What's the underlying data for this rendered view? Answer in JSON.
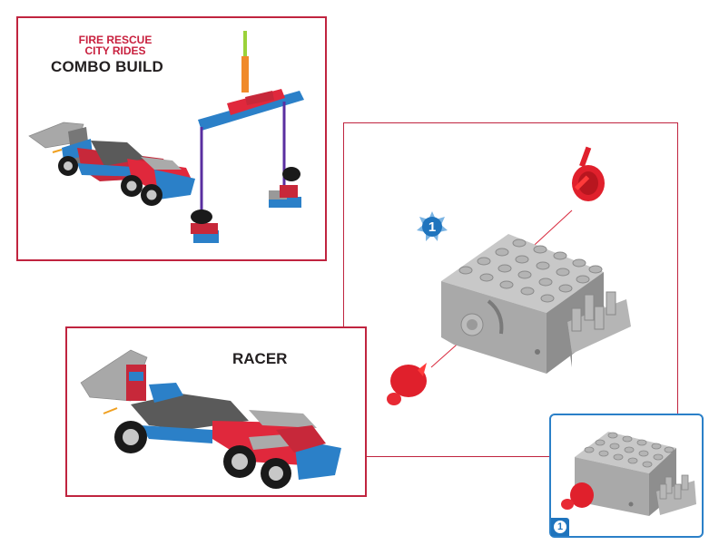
{
  "page": {
    "background": "#ffffff",
    "frame_color": "#c0243f",
    "inset_color": "#2b80c8"
  },
  "combo": {
    "subtitle_line1": "FIRE RESCUE",
    "subtitle_line2": "CITY RIDES",
    "title": "COMBO BUILD"
  },
  "racer": {
    "title": "RACER"
  },
  "step": {
    "number": "1",
    "inset_number": "1"
  },
  "parts": {
    "motor": "gray-motor-brick",
    "connector_top": "red-connector",
    "connector_bottom": "red-connector"
  }
}
